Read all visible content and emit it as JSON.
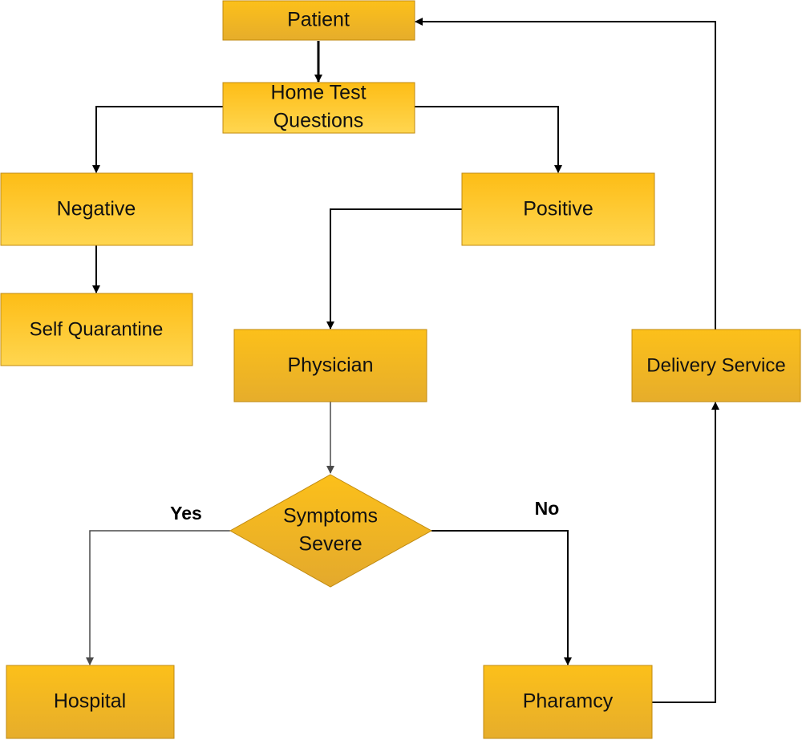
{
  "colors": {
    "node_fill_top": "#fcc01a",
    "node_fill_bottom": "#e8ae28",
    "light_fill_top": "#fdbe17",
    "light_fill_bottom": "#ffd44d",
    "node_border": "#b8860b",
    "connector": "#000000",
    "connector_gray": "#4a4a4a"
  },
  "nodes": {
    "patient": "Patient",
    "home_test_line1": "Home Test",
    "home_test_line2": "Questions",
    "negative": "Negative",
    "positive": "Positive",
    "self_quarantine": "Self Quarantine",
    "physician": "Physician",
    "delivery_service": "Delivery Service",
    "symptoms_line1": "Symptoms",
    "symptoms_line2": "Severe",
    "hospital": "Hospital",
    "pharmacy": "Pharamcy"
  },
  "branches": {
    "yes": "Yes",
    "no": "No"
  }
}
